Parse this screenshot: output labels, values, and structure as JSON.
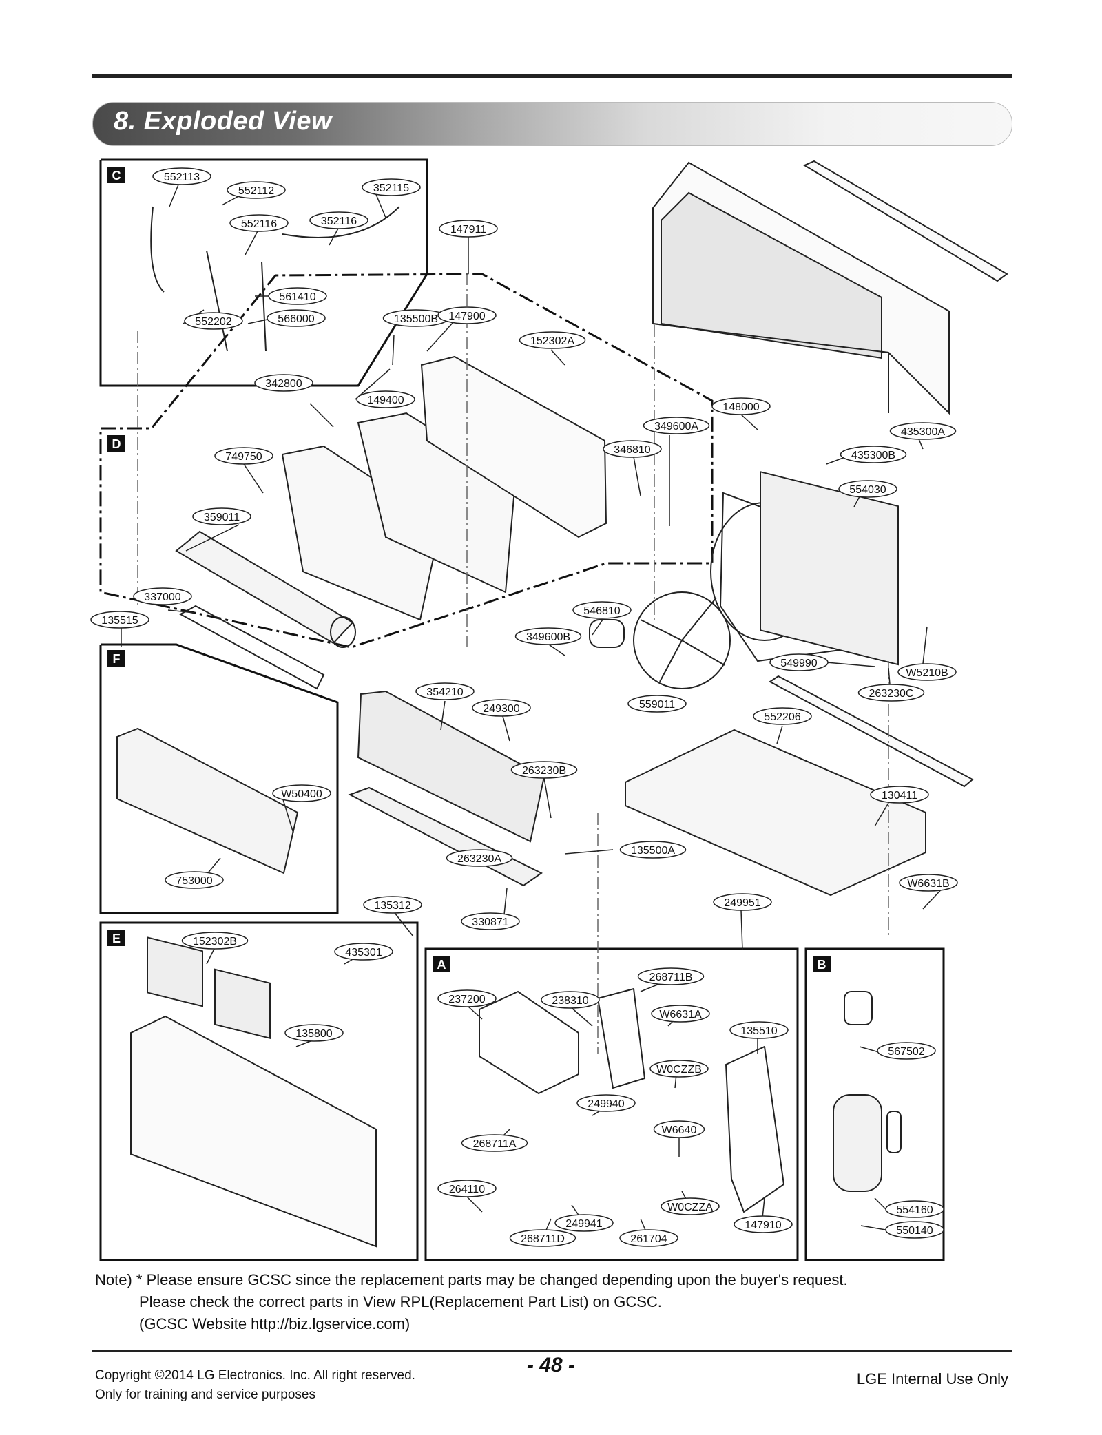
{
  "header": {
    "title": "8. Exploded View"
  },
  "boxes": [
    {
      "letter": "C"
    },
    {
      "letter": "D"
    },
    {
      "letter": "F"
    },
    {
      "letter": "E"
    },
    {
      "letter": "A"
    },
    {
      "letter": "B"
    }
  ],
  "parts": [
    "552113",
    "552112",
    "352115",
    "552116",
    "352116",
    "147911",
    "561410",
    "552202",
    "566000",
    "135500B",
    "147900",
    "152302A",
    "342800",
    "149400",
    "148000",
    "349600A",
    "435300A",
    "346810",
    "435300B",
    "749750",
    "554030",
    "359011",
    "337000",
    "135515",
    "546810",
    "349600B",
    "549990",
    "W5210B",
    "263230C",
    "354210",
    "249300",
    "559011",
    "552206",
    "263230B",
    "W50400",
    "130411",
    "135500A",
    "263230A",
    "753000",
    "W6631B",
    "135312",
    "249951",
    "330871",
    "152302B",
    "435301",
    "268711B",
    "237200",
    "238310",
    "W6631A",
    "135510",
    "135800",
    "567502",
    "W0CZZB",
    "249940",
    "W6640",
    "268711A",
    "264110",
    "W0CZZA",
    "554160",
    "249941",
    "147910",
    "268711D",
    "261704",
    "550140"
  ],
  "note": {
    "line1": "Note) * Please ensure GCSC since the replacement parts may be changed depending upon the buyer's request.",
    "line2": "Please check  the correct parts in View RPL(Replacement Part List) on GCSC.",
    "line3": "(GCSC Website  http://biz.lgservice.com)"
  },
  "footer": {
    "copyright": "Copyright ©2014 LG Electronics. Inc. All right reserved.",
    "training": "Only for training and service purposes",
    "page": "- 48 -",
    "internal": "LGE Internal Use Only"
  }
}
